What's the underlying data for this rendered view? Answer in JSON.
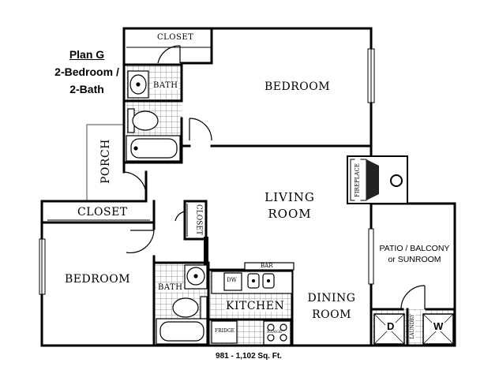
{
  "plan": {
    "name": "Plan G",
    "type_line1": "2-Bedroom /",
    "type_line2": "2-Bath",
    "area": "981 - 1,102 Sq. Ft."
  },
  "rooms": {
    "closet_top": "CLOSET",
    "bedroom_top": "BEDROOM",
    "bath_top": "BATH",
    "porch": "PORCH",
    "living_line1": "LIVING",
    "living_line2": "ROOM",
    "fireplace": "FIREPLACE",
    "closet_left": "CLOSET",
    "closet_small": "CLOSET",
    "bedroom_left": "BEDROOM",
    "bath_bottom": "BATH",
    "bar": "BAR",
    "dw": "DW",
    "kitchen": "KITCHEN",
    "fridge": "FRIDGE",
    "range": "RANGE",
    "dining_line1": "DINING",
    "dining_line2": "ROOM",
    "patio_line1": "PATIO / BALCONY",
    "patio_line2": "or SUNROOM",
    "dryer": "D",
    "washer": "W",
    "laundry": "LAUNDRY"
  }
}
